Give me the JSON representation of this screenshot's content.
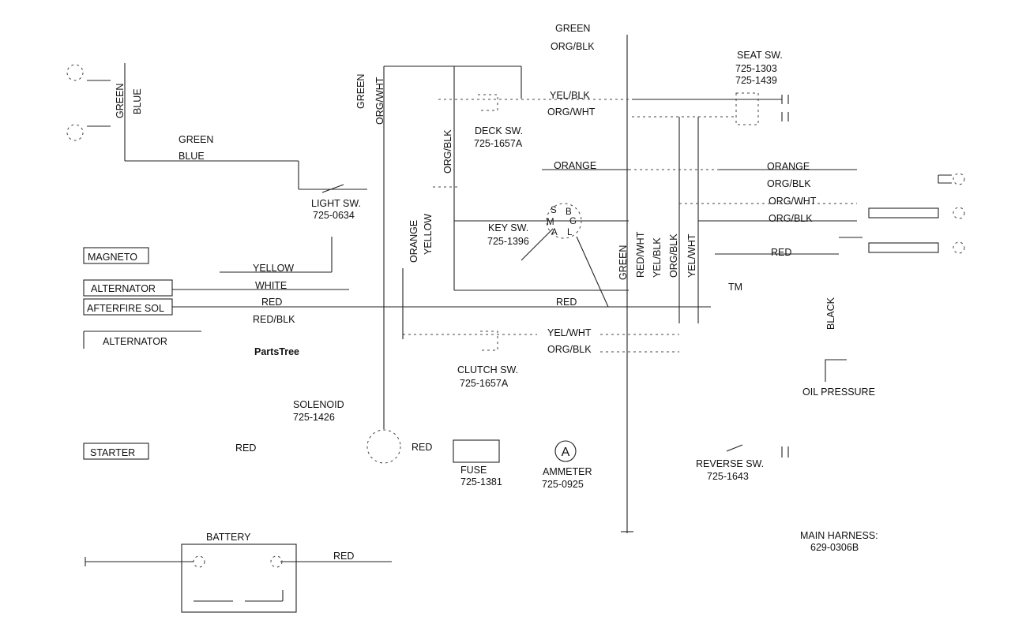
{
  "watermark": {
    "text": "PartsTree",
    "tm": "TM"
  },
  "wire_labels": {
    "green_top": "GREEN",
    "orgblk_top": "ORG/BLK",
    "green_v_left": "GREEN",
    "blue_v_left": "BLUE",
    "green_h": "GREEN",
    "blue_h": "BLUE",
    "green_v_mid": "GREEN",
    "orgwht_v_mid": "ORG/WHT",
    "orgblk_v_deck": "ORG/BLK",
    "yelblk_h": "YEL/BLK",
    "orgwht_h": "ORG/WHT",
    "orange_h": "ORANGE",
    "orange_right": "ORANGE",
    "orgblk_right": "ORG/BLK",
    "orgwht_right": "ORG/WHT",
    "orgblk_right2": "ORG/BLK",
    "red_right": "RED",
    "orange_v": "ORANGE",
    "yellow_v": "YELLOW",
    "yellow_h": "YELLOW",
    "white_h": "WHITE",
    "red_h": "RED",
    "redblk_h": "RED/BLK",
    "red_mid": "RED",
    "green_v_right": "GREEN",
    "redwht_v": "RED/WHT",
    "yelblk_v": "YEL/BLK",
    "orgblk_v": "ORG/BLK",
    "yelwht_v": "YEL/WHT",
    "yelwht_h": "YEL/WHT",
    "orgblk_h2": "ORG/BLK",
    "black_v": "BLACK",
    "red_starter": "RED",
    "red_solenoid": "RED",
    "red_battery": "RED"
  },
  "components": {
    "seat_sw": {
      "name": "SEAT SW.",
      "part1": "725-1303",
      "part2": "725-1439"
    },
    "deck_sw": {
      "name": "DECK SW.",
      "part": "725-1657A"
    },
    "light_sw": {
      "name": "LIGHT SW.",
      "part": "725-0634"
    },
    "key_sw": {
      "name": "KEY SW.",
      "part": "725-1396",
      "terminals": {
        "s": "S",
        "b": "B",
        "m": "M",
        "g": "G",
        "a": "A",
        "l": "L"
      }
    },
    "clutch_sw": {
      "name": "CLUTCH SW.",
      "part": "725-1657A"
    },
    "solenoid": {
      "name": "SOLENOID",
      "part": "725-1426"
    },
    "fuse": {
      "name": "FUSE",
      "part": "725-1381"
    },
    "ammeter": {
      "name": "AMMETER",
      "part": "725-0925",
      "symbol": "A"
    },
    "reverse_sw": {
      "name": "REVERSE SW.",
      "part": "725-1643"
    },
    "oil_pressure": {
      "name": "OIL  PRESSURE"
    },
    "battery": {
      "name": "BATTERY"
    },
    "main_harness": {
      "name": "MAIN  HARNESS:",
      "part": "629-0306B"
    }
  },
  "boxes": {
    "magneto": "MAGNETO",
    "alternator": "ALTERNATOR",
    "afterfire_sol": "AFTERFIRE SOL",
    "alternator2": "ALTERNATOR",
    "starter": "STARTER"
  }
}
